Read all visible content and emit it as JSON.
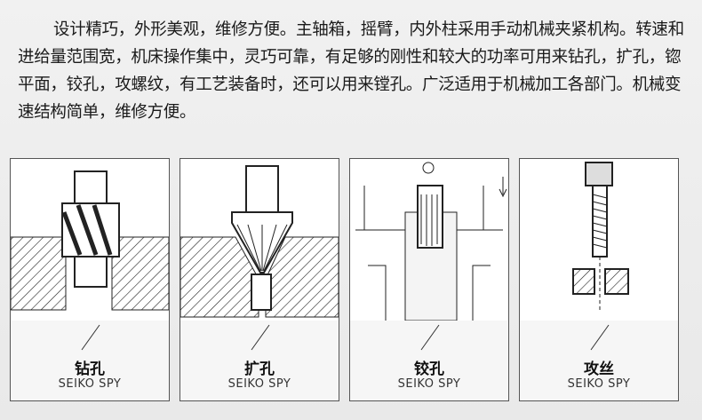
{
  "intro": "设计精巧，外形美观，维修方便。主轴箱，摇臂，内外柱采用手动机械夹紧机构。转速和进给量范围宽，机床操作集中，灵巧可靠，有足够的刚性和较大的功率可用来钻孔，扩孔，锪平面，铰孔，攻螺纹，有工艺装备时，还可以用来镗孔。广泛适用于机械加工各部门。机械变速结构简单，维修方便。",
  "cards": [
    {
      "name": "钻孔",
      "brand": "SEIKO SPY"
    },
    {
      "name": "扩孔",
      "brand": "SEIKO SPY"
    },
    {
      "name": "铰孔",
      "brand": "SEIKO SPY"
    },
    {
      "name": "攻丝",
      "brand": "SEIKO SPY"
    }
  ]
}
